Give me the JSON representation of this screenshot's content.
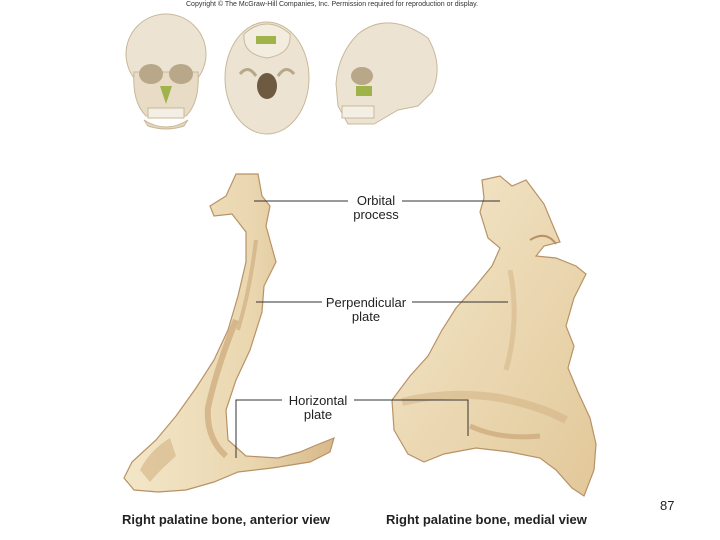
{
  "copyright": "Copyright © The McGraw-Hill Companies, Inc. Permission required for reproduction or display.",
  "labels": {
    "orbital": [
      "Orbital",
      "process"
    ],
    "perpendicular": [
      "Perpendicular",
      "plate"
    ],
    "horizontal": [
      "Horizontal",
      "plate"
    ]
  },
  "captions": {
    "anterior": "Right palatine bone, anterior view",
    "medial": "Right palatine bone, medial view"
  },
  "page_number": "87",
  "colors": {
    "bone": "#efe0bf",
    "bone_shadow": "#d9bf95",
    "bone_dark": "#b89266",
    "highlight": "#8fbf3a"
  }
}
